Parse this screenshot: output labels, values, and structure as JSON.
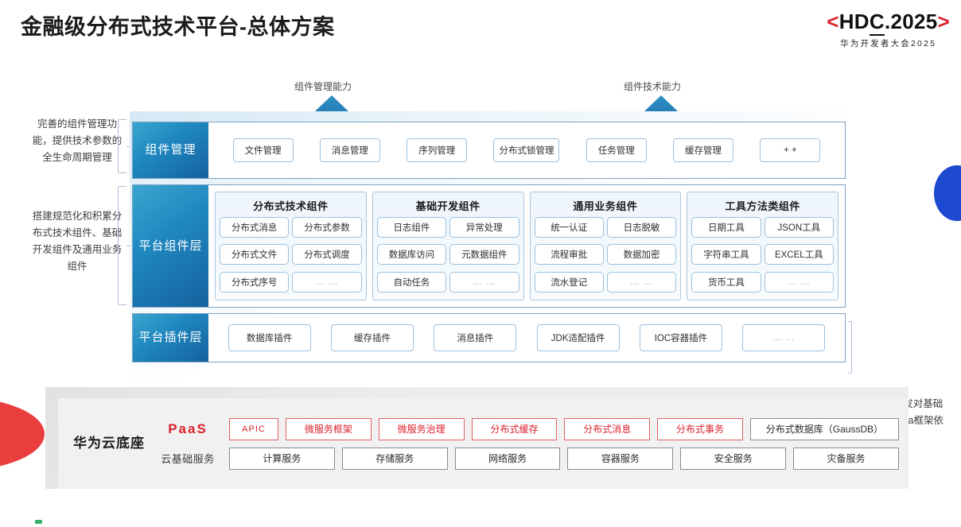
{
  "header": {
    "title": "金融级分布式技术平台-总体方案",
    "logo_bracket_left": "<",
    "logo_text_pre": "HD",
    "logo_text_underlined": "C",
    "logo_text_post": ".2025",
    "logo_bracket_right": ">",
    "logo_subtitle": "华为开发者大会2025"
  },
  "top_captions": [
    {
      "label": "组件管理能力"
    },
    {
      "label": "组件技术能力"
    }
  ],
  "side_notes": {
    "left": [
      "完善的组件管理功能，提供技术参数的全生命周期管理",
      "搭建规范化和积累分布式技术组件、基础开发组件及通用业务组件"
    ],
    "right": "解耦应用开发对基础中间件及Java框架依赖"
  },
  "layers": {
    "management": {
      "label": "组件管理",
      "items": [
        "文件管理",
        "消息管理",
        "序列管理",
        "分布式锁管理",
        "任务管理",
        "缓存管理",
        "+ +"
      ]
    },
    "platform_components": {
      "label": "平台组件层",
      "groups": [
        {
          "title": "分布式技术组件",
          "items": [
            "分布式消息",
            "分布式参数",
            "分布式文件",
            "分布式调度",
            "分布式序号",
            "… …"
          ]
        },
        {
          "title": "基础开发组件",
          "items": [
            "日志组件",
            "异常处理",
            "数据库访问",
            "元数据组件",
            "自动任务",
            "… …"
          ]
        },
        {
          "title": "通用业务组件",
          "items": [
            "统一认证",
            "日志脱敏",
            "流程审批",
            "数据加密",
            "流水登记",
            "… …"
          ]
        },
        {
          "title": "工具方法类组件",
          "items": [
            "日期工具",
            "JSON工具",
            "字符串工具",
            "EXCEL工具",
            "货币工具",
            "… …"
          ]
        }
      ]
    },
    "plugins": {
      "label": "平台插件层",
      "items": [
        "数据库插件",
        "缓存插件",
        "消息插件",
        "JDK适配插件",
        "IOC容器插件",
        "… …"
      ]
    }
  },
  "cloud_base": {
    "title": "华为云底座",
    "rows": [
      {
        "tag": "PaaS",
        "items": [
          {
            "label": "APIC",
            "style": "red"
          },
          {
            "label": "微服务框架",
            "style": "red"
          },
          {
            "label": "微服务治理",
            "style": "red"
          },
          {
            "label": "分布式缓存",
            "style": "red"
          },
          {
            "label": "分布式消息",
            "style": "red"
          },
          {
            "label": "分布式事务",
            "style": "red"
          },
          {
            "label": "分布式数据库（GaussDB）",
            "style": "gray"
          }
        ]
      },
      {
        "tag": "云基础服务",
        "items": [
          {
            "label": "计算服务",
            "style": "gray"
          },
          {
            "label": "存储服务",
            "style": "gray"
          },
          {
            "label": "网络服务",
            "style": "gray"
          },
          {
            "label": "容器服务",
            "style": "gray"
          },
          {
            "label": "安全服务",
            "style": "gray"
          },
          {
            "label": "灾备服务",
            "style": "gray"
          }
        ]
      }
    ]
  },
  "colors": {
    "brand_red": "#d9232e",
    "layer_blue": "#1f87bf",
    "chip_border": "#9cc0de",
    "accent_blue_blob": "#1d48d0",
    "accent_red_wedge": "#ea3d3d"
  }
}
